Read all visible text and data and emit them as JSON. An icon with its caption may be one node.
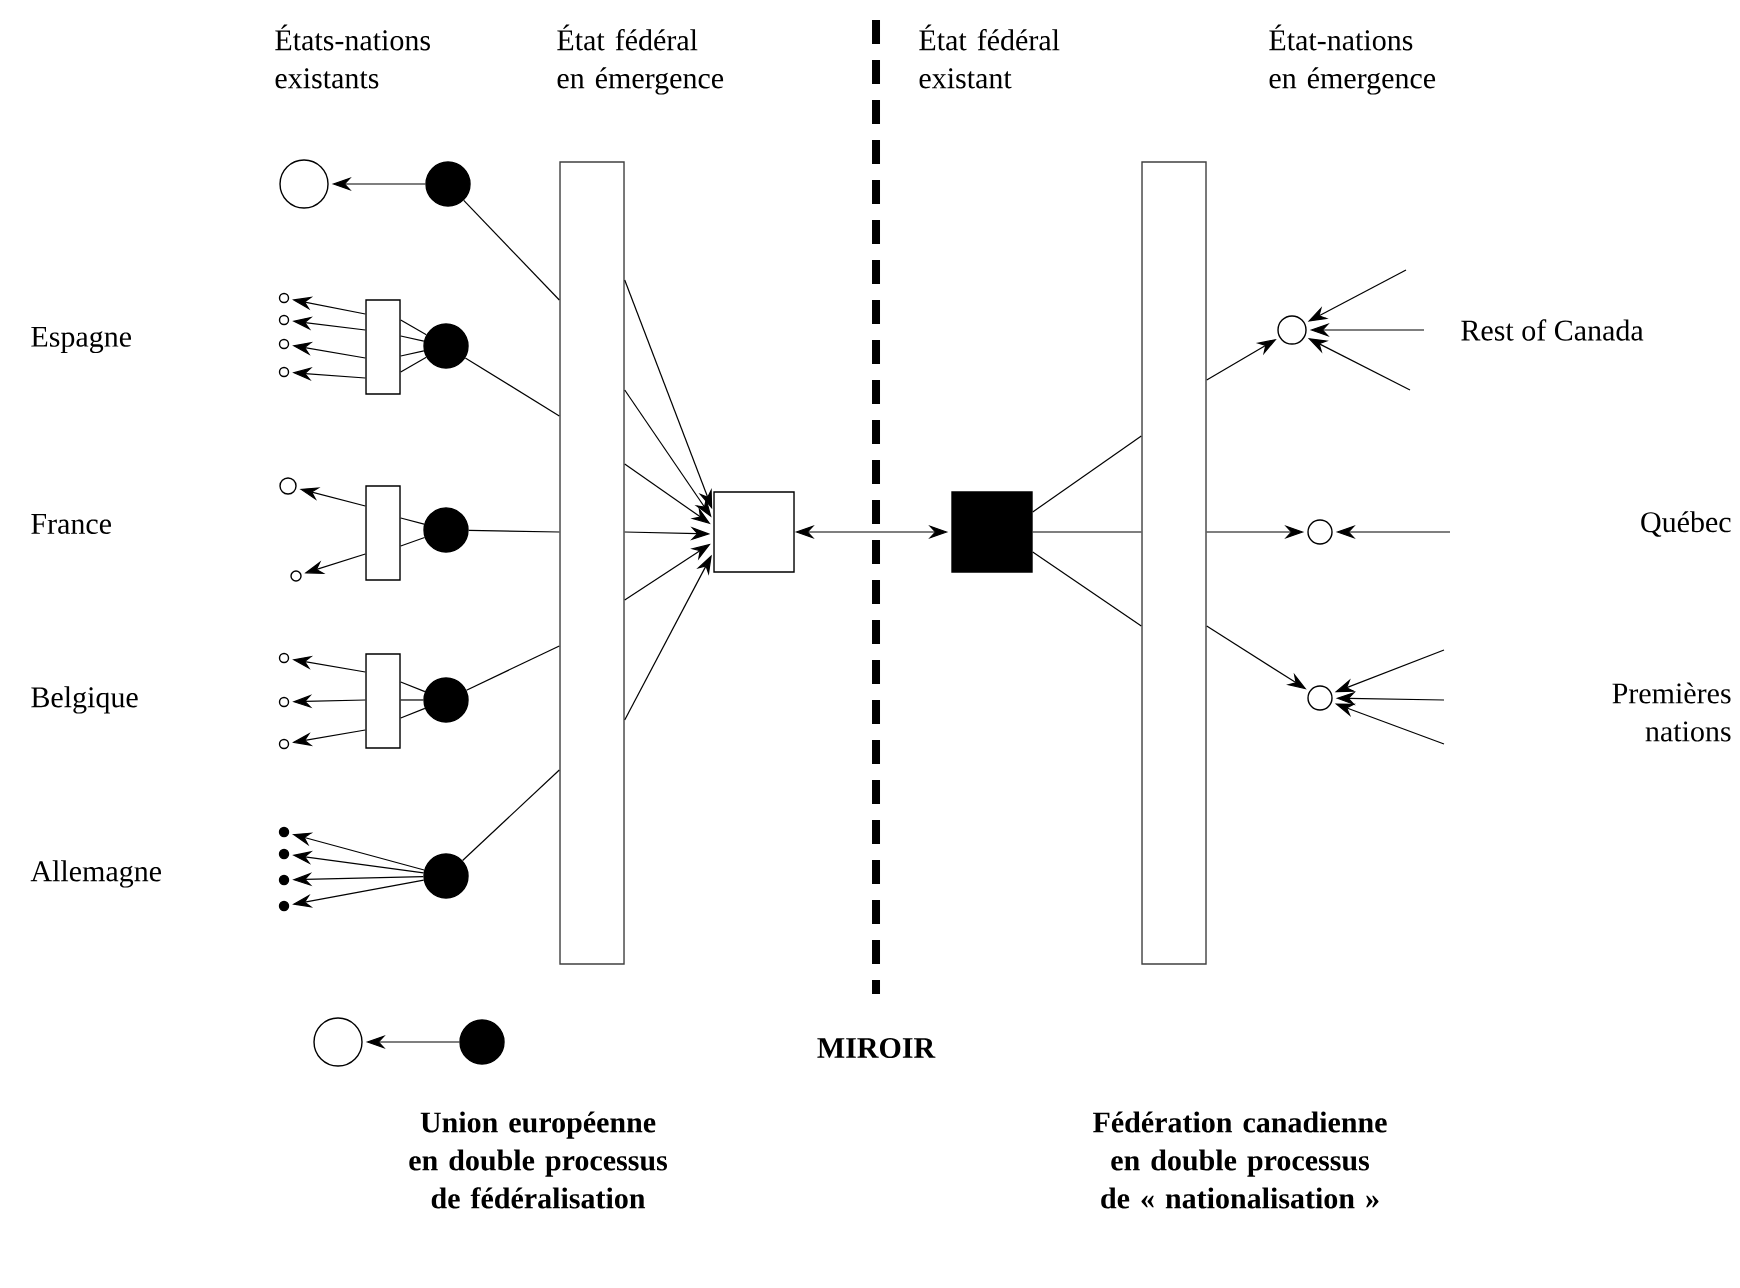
{
  "diagram": {
    "nodes": [
      {
        "text": [],
        "shape": "bar"
      },
      {
        "text": [],
        "shape": "bar"
      },
      {
        "text": [],
        "shape": "box"
      },
      {
        "text": [],
        "shape": "box"
      },
      {
        "text": [],
        "shape": "circle"
      },
      {
        "text": [],
        "shape": "circle"
      },
      {
        "text": [],
        "shape": "circle"
      },
      {
        "text": [],
        "shape": "box"
      },
      {
        "text": [],
        "shape": "circle"
      },
      {
        "text": [],
        "shape": "circle"
      },
      {
        "text": [],
        "shape": "circle"
      },
      {
        "text": [],
        "shape": "circle"
      },
      {
        "text": [],
        "shape": "circle"
      },
      {
        "text": [],
        "shape": "box"
      },
      {
        "text": [],
        "shape": "circle"
      },
      {
        "text": [],
        "shape": "circle"
      },
      {
        "text": [],
        "shape": "circle"
      },
      {
        "text": [],
        "shape": "box"
      },
      {
        "text": [],
        "shape": "circle"
      },
      {
        "text": [],
        "shape": "circle"
      },
      {
        "text": [],
        "shape": "circle"
      },
      {
        "text": [],
        "shape": "circle"
      },
      {
        "text": [],
        "shape": "circle"
      },
      {
        "text": [],
        "shape": "circle"
      },
      {
        "text": [],
        "shape": "circle"
      },
      {
        "text": [],
        "shape": "circle"
      },
      {
        "text": [],
        "shape": "circle"
      },
      {
        "text": [],
        "shape": "circle"
      },
      {
        "text": [],
        "shape": "circle"
      },
      {
        "text": [],
        "shape": "circle"
      },
      {
        "text": [],
        "shape": "circle"
      }
    ],
    "edges": [
      {
        "from": 5,
        "to": 4,
        "arrow": "to"
      },
      {
        "from": 27,
        "to": 26,
        "arrow": "to"
      },
      {
        "from": 6,
        "to": 7,
        "arrow": "none"
      },
      {
        "from": 6,
        "to": 7,
        "arrow": "none"
      },
      {
        "from": 6,
        "to": 7,
        "arrow": "none"
      },
      {
        "from": 6,
        "to": 7,
        "arrow": "none"
      },
      {
        "from": 7,
        "to": 8,
        "arrow": "to"
      },
      {
        "from": 7,
        "to": 9,
        "arrow": "to"
      },
      {
        "from": 7,
        "to": 10,
        "arrow": "to"
      },
      {
        "from": 7,
        "to": 11,
        "arrow": "to"
      },
      {
        "from": 12,
        "to": 13,
        "arrow": "none"
      },
      {
        "from": 12,
        "to": 13,
        "arrow": "none"
      },
      {
        "from": 13,
        "to": 14,
        "arrow": "to"
      },
      {
        "from": 13,
        "to": 15,
        "arrow": "to"
      },
      {
        "from": 16,
        "to": 17,
        "arrow": "none"
      },
      {
        "from": 16,
        "to": 17,
        "arrow": "none"
      },
      {
        "from": 16,
        "to": 17,
        "arrow": "none"
      },
      {
        "from": 17,
        "to": 18,
        "arrow": "to"
      },
      {
        "from": 17,
        "to": 19,
        "arrow": "to"
      },
      {
        "from": 17,
        "to": 20,
        "arrow": "to"
      },
      {
        "from": 21,
        "to": 22,
        "arrow": "to"
      },
      {
        "from": 21,
        "to": 23,
        "arrow": "to"
      },
      {
        "from": 21,
        "to": 24,
        "arrow": "to"
      },
      {
        "from": 21,
        "to": 25,
        "arrow": "to"
      },
      {
        "from": 5,
        "to": 0,
        "arrow": "none"
      },
      {
        "from": 6,
        "to": 0,
        "arrow": "none"
      },
      {
        "from": 12,
        "to": 0,
        "arrow": "none"
      },
      {
        "from": 16,
        "to": 0,
        "arrow": "none"
      },
      {
        "from": 21,
        "to": 0,
        "arrow": "none"
      },
      {
        "from": 0,
        "to": 2,
        "arrow": "to"
      },
      {
        "from": 0,
        "to": 2,
        "arrow": "to"
      },
      {
        "from": 0,
        "to": 2,
        "arrow": "to"
      },
      {
        "from": 0,
        "to": 2,
        "arrow": "to"
      },
      {
        "from": 0,
        "to": 2,
        "arrow": "to"
      },
      {
        "from": 0,
        "to": 2,
        "arrow": "to"
      },
      {
        "from": 2,
        "to": 3,
        "arrow": "both"
      },
      {
        "from": 3,
        "to": 1,
        "arrow": "none"
      },
      {
        "from": 3,
        "to": 1,
        "arrow": "none"
      },
      {
        "from": 3,
        "to": 1,
        "arrow": "none"
      },
      {
        "from": 1,
        "to": 28,
        "arrow": "to"
      },
      {
        "from": 1,
        "to": 29,
        "arrow": "to"
      },
      {
        "from": 1,
        "to": 30,
        "arrow": "to"
      },
      {
        "from": null,
        "to": 28,
        "arrow": "to"
      },
      {
        "from": null,
        "to": 28,
        "arrow": "to"
      },
      {
        "from": null,
        "to": 28,
        "arrow": "to"
      },
      {
        "from": null,
        "to": 29,
        "arrow": "to"
      },
      {
        "from": null,
        "to": 30,
        "arrow": "to"
      },
      {
        "from": null,
        "to": 30,
        "arrow": "to"
      },
      {
        "from": null,
        "to": 30,
        "arrow": "to"
      }
    ],
    "labels": [
      "États-nations existants",
      "État fédéral en émergence",
      "État fédéral existant",
      "État-nations en émergence",
      "Espagne",
      "Rest of Canada",
      "France",
      "Québec",
      "Belgique",
      "Premières nations",
      "Allemagne",
      "MIROIR",
      "Union européenne en double processus de fédéralisation",
      "Fédération canadienne en double processus de « nationalisation »"
    ]
  }
}
